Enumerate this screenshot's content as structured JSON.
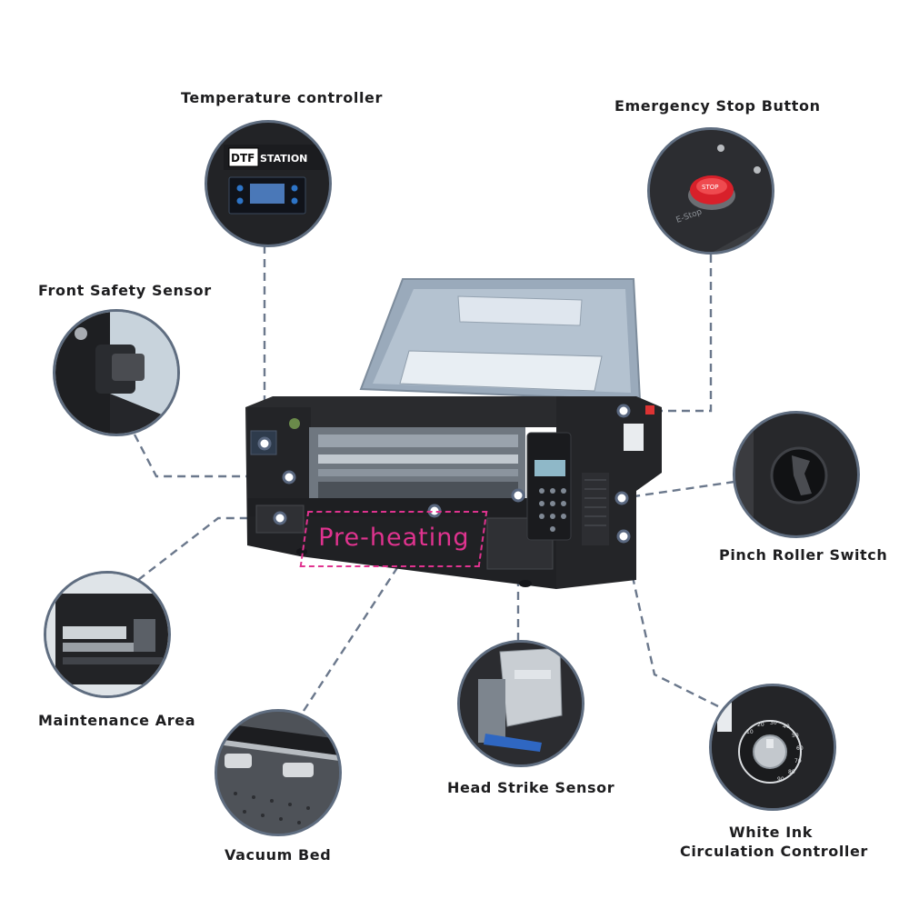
{
  "callouts": {
    "temperature_controller": "Temperature controller",
    "emergency_stop_button": "Emergency Stop Button",
    "front_safety_sensor": "Front Safety Sensor",
    "pinch_roller_switch": "Pinch Roller Switch",
    "maintenance_area": "Maintenance Area",
    "head_strike_sensor": "Head Strike Sensor",
    "vacuum_bed": "Vacuum Bed",
    "white_ink_line1": "White Ink",
    "white_ink_line2": "Circulation Controller"
  },
  "machine": {
    "preheat_label": "Pre-heating",
    "brand_left": "DTF",
    "brand_right": "STATION",
    "estop_cap_text": "STOP",
    "estop_plate_text": "E-Stop",
    "knob_scale": [
      "10",
      "20",
      "30",
      "40",
      "50",
      "60",
      "70",
      "80",
      "90"
    ]
  },
  "colors": {
    "accent_pink": "#e0338f",
    "leader_line": "#6b788c",
    "bubble_border": "#5f6d80"
  }
}
